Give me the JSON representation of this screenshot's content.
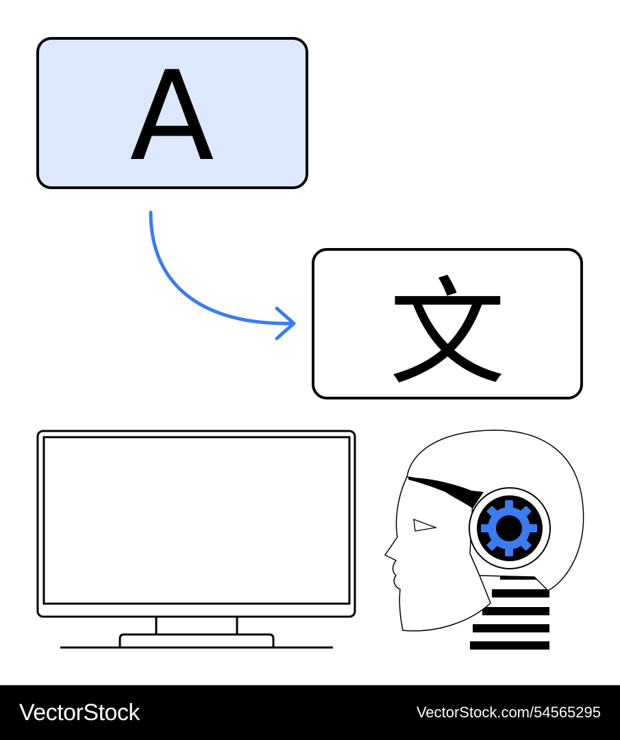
{
  "source_card": {
    "glyph": "A"
  },
  "target_card": {
    "glyph": "文"
  },
  "footer": {
    "brand": "VectorStock",
    "image_url": "VectorStock.com/54565295"
  },
  "colors": {
    "source_card_fill": "#dce8fb",
    "accent_blue": "#3b7bf0",
    "stroke": "#000000",
    "footer_background": "#000000",
    "footer_text": "#ffffff"
  },
  "icons": [
    "translate-arrow-icon",
    "monitor-icon",
    "robot-head-icon",
    "gear-icon"
  ]
}
